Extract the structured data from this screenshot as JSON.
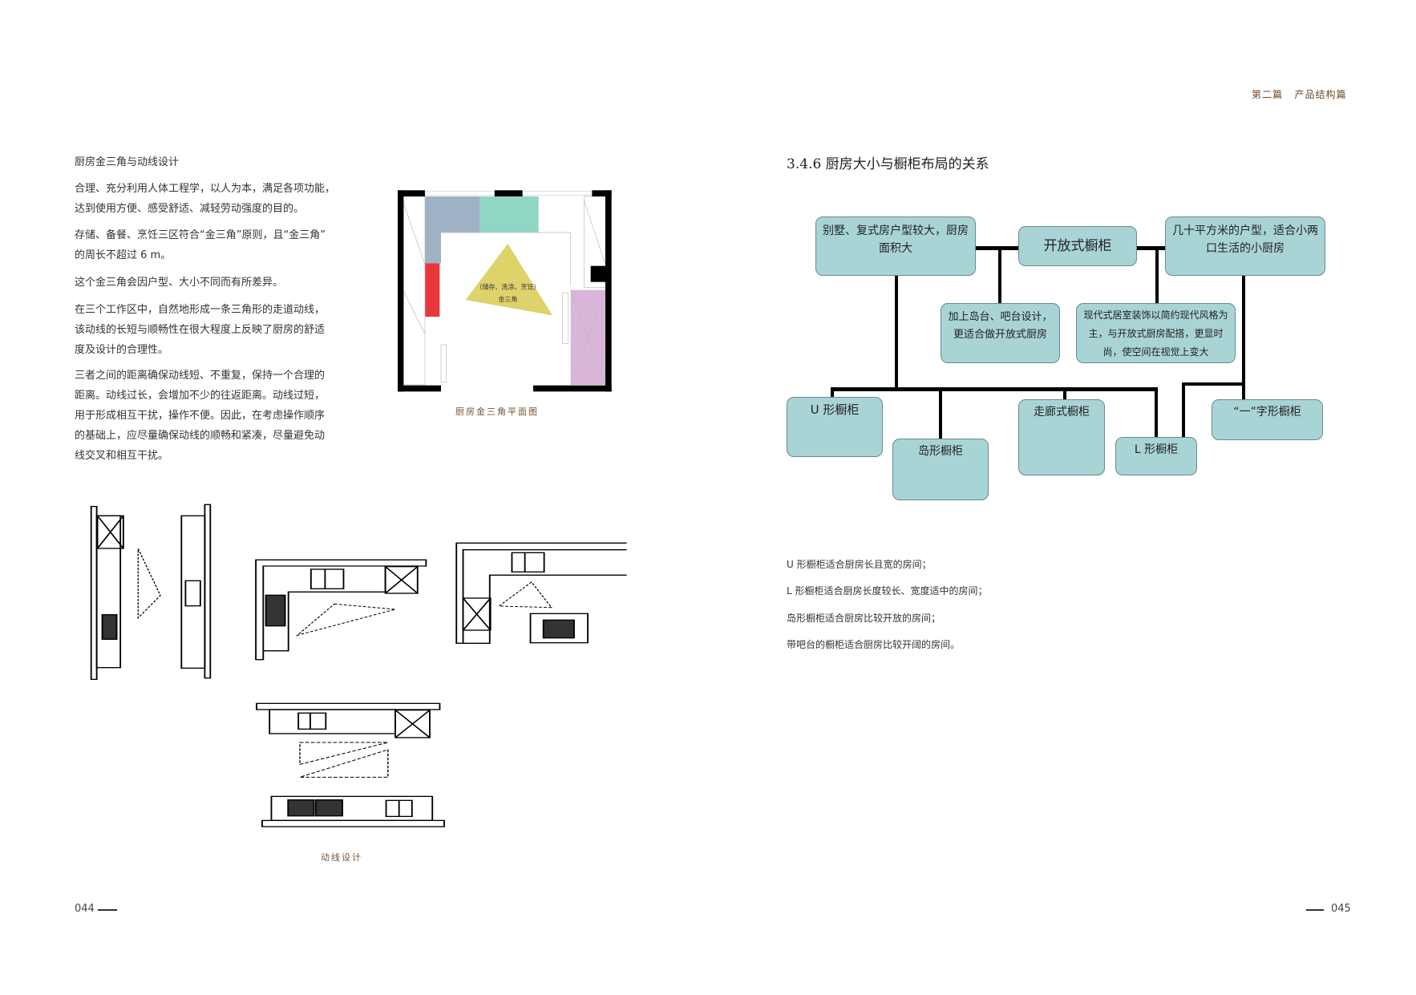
{
  "header": {
    "part": "第二篇",
    "section": "产品结构篇"
  },
  "left": {
    "heading": "厨房金三角与动线设计",
    "lines": [
      "合理、充分利用人体工程学，以人为本，满足各项功能，",
      "达到使用方便、感受舒适、减轻劳动强度的目的。",
      "存储、备餐、烹饪三区符合“金三角”原则，且“金三角”",
      "的周长不超过 6 m。",
      "这个金三角会因户型、大小不同而有所差异。",
      "在三个工作区中，自然地形成一条三角形的走道动线，",
      "该动线的长短与顺畅性在很大程度上反映了厨房的舒适",
      "度及设计的合理性。",
      "三者之间的距离确保动线短、不重复，保持一个合理的",
      "距离。动线过长，会增加不少的往返距离。动线过短，",
      "用于形成相互干扰，操作不便。因此，在考虑操作顺序",
      "的基础上，应尽量确保动线的顺畅和紧凑，尽量避免动",
      "线交叉和相互干扰。"
    ],
    "floorplan": {
      "triangle_line1": "（储存、洗涤、烹饪）",
      "triangle_line2": "金三角",
      "caption": "厨房金三角平面图"
    },
    "drawings_caption": "动线设计"
  },
  "right": {
    "title": "3.4.6 厨房大小与橱柜布局的关系",
    "chart": {
      "large": "别墅、复式房户型较大，厨房面积大",
      "open": "开放式橱柜",
      "small": "几十平方米的户型，适合小两口生活的小厨房",
      "island_note": "加上岛台、吧台设计，更适合做开放式厨房",
      "modern_note": "现代式居室装饰以简约现代风格为主，与开放式厨房配搭，更显时尚，使空间在视觉上变大",
      "u": "U 形橱柜",
      "island": "岛形橱柜",
      "galley": "走廊式橱柜",
      "l": "L 形橱柜",
      "one": "“一”字形橱柜"
    },
    "notes": [
      "U 形橱柜适合厨房长且宽的房间；",
      "L 形橱柜适合厨房长度较长、宽度适中的房间；",
      "岛形橱柜适合厨房比较开放的房间；",
      "带吧台的橱柜适合厨房比较开阔的房间。"
    ]
  },
  "footer": {
    "left_page": "044",
    "right_page": "045"
  },
  "colors": {
    "box": "#a9d4d6",
    "accent_text": "#6b4a2a",
    "triangle": "#ddd36a"
  }
}
